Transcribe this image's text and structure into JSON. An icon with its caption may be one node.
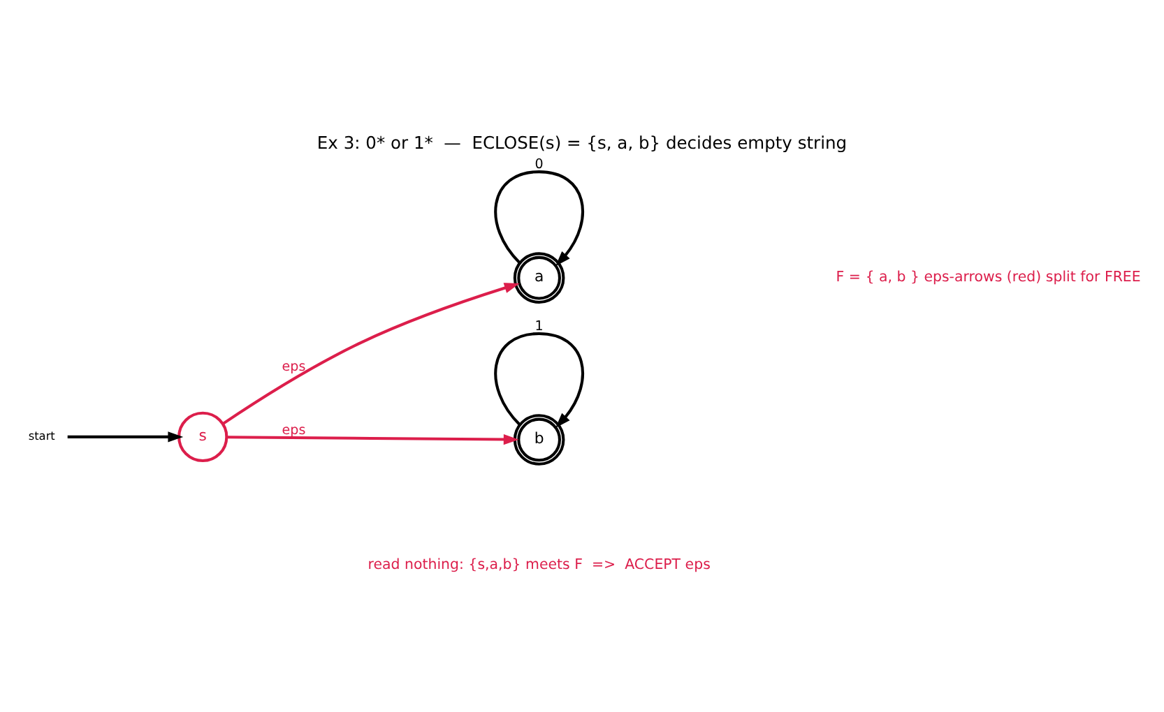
{
  "diagram": {
    "title": "Ex 3: 0* or 1*  —  ECLOSE(s) = {s, a, b} decides empty string",
    "caption": "read nothing: {s,a,b} meets F  =>  ACCEPT eps",
    "nodes": [
      {
        "text": [
          "start"
        ]
      },
      {
        "text": [
          "s"
        ]
      },
      {
        "text": [
          "a"
        ]
      },
      {
        "text": [
          "b"
        ]
      }
    ],
    "edges": [
      {
        "from": 0,
        "to": 1,
        "arrow": "to"
      },
      {
        "from": 1,
        "to": 2,
        "arrow": "to",
        "label": "eps",
        "color": "#dc1e4b"
      },
      {
        "from": 1,
        "to": 3,
        "arrow": "to",
        "label": "eps",
        "color": "#dc1e4b"
      },
      {
        "from": 2,
        "to": 2,
        "arrow": "to",
        "label": "0"
      },
      {
        "from": 3,
        "to": 3,
        "arrow": "to",
        "label": "1"
      }
    ],
    "labels": [
      "F = { a, b } eps-arrows (red) split for FREE"
    ]
  }
}
